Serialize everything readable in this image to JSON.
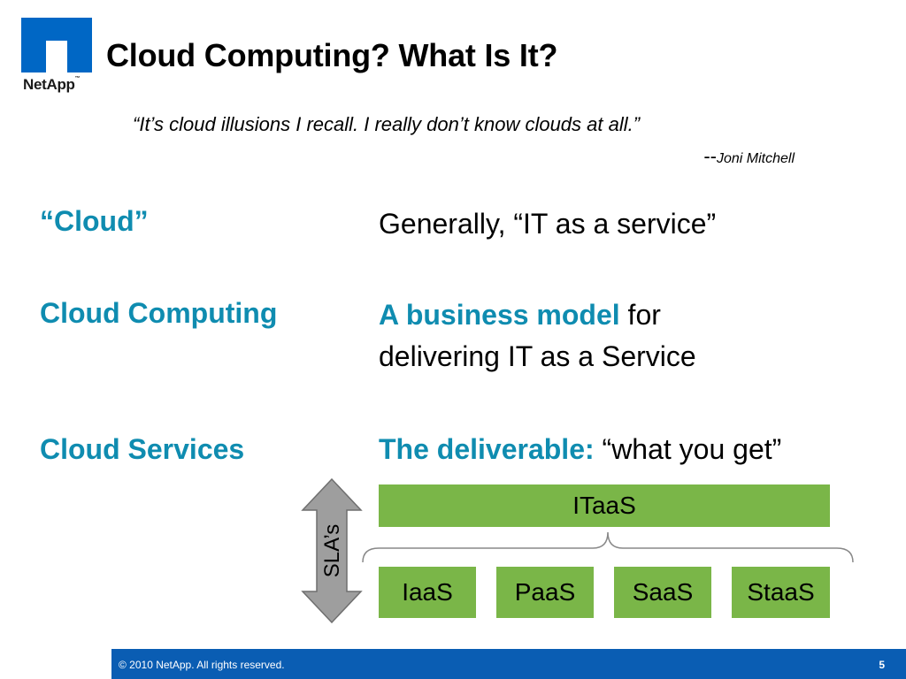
{
  "logo": {
    "text": "NetApp",
    "tm": "™",
    "color": "#0067c5"
  },
  "title": "Cloud Computing?  What Is It?",
  "quote": {
    "text": "“It’s cloud illusions I recall.  I really don’t know clouds at all.”",
    "dash": "--",
    "author": "Joni Mitchell"
  },
  "rows": [
    {
      "term": "“Cloud”",
      "definition": "Generally,  “IT as a service”"
    },
    {
      "term": "Cloud Computing",
      "definition_accent": "A business model",
      "definition_rest": " for",
      "definition_line2": "delivering IT as a Service"
    },
    {
      "term": "Cloud Services",
      "definition_accent": "The deliverable:",
      "definition_rest": " “what you get”"
    }
  ],
  "diagram": {
    "top_box": "ITaaS",
    "bottom_boxes": [
      "IaaS",
      "PaaS",
      "SaaS",
      "StaaS"
    ],
    "arrow_label": "SLA’s",
    "box_color": "#7ab648",
    "arrow_color": "#9e9e9e"
  },
  "footer": {
    "copyright": "© 2010 NetApp.  All rights reserved.",
    "page_number": "5",
    "color": "#0a5db3"
  },
  "accent_color": "#0f8cb0"
}
